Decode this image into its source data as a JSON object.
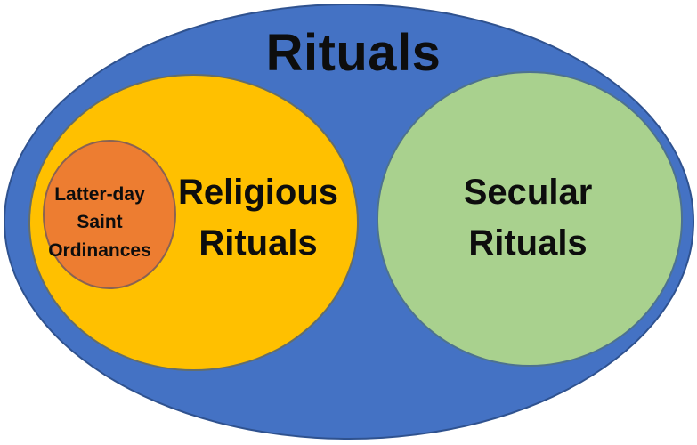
{
  "diagram": {
    "type": "euler-venn",
    "title": "Rituals",
    "sets": [
      {
        "id": "rituals",
        "label": "Rituals",
        "fill_color": "#4472C4",
        "outline_color": "#2F528F",
        "contains": [
          "religious-rituals",
          "secular-rituals"
        ]
      },
      {
        "id": "religious-rituals",
        "label": "Religious\nRituals",
        "fill_color": "#FFC000",
        "outline_color": "#2F528F",
        "contains": [
          "latter-day-saint-ordinances"
        ]
      },
      {
        "id": "secular-rituals",
        "label": "Secular\nRituals",
        "fill_color": "#A9D18E",
        "outline_color": "#2F528F",
        "contains": []
      },
      {
        "id": "latter-day-saint-ordinances",
        "label": "Latter-day\nSaint\nOrdinances",
        "fill_color": "#ED7D31",
        "outline_color": "#545464",
        "contains": []
      }
    ],
    "text_color": "#0d0d0d",
    "background_color": "#ffffff"
  }
}
